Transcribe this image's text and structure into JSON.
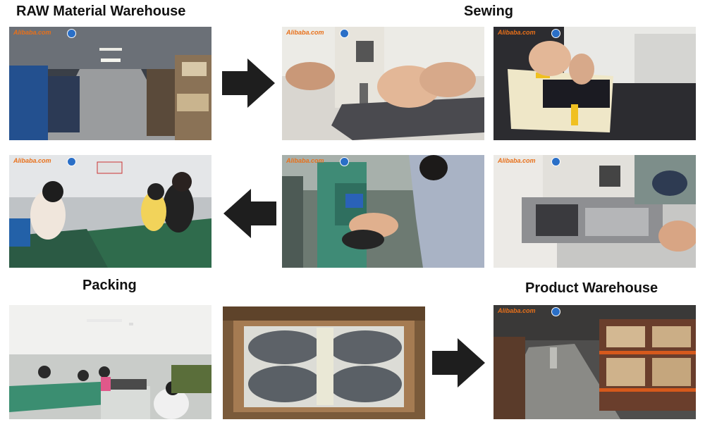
{
  "labels": {
    "raw": "RAW Material Warehouse",
    "sewing": "Sewing",
    "packing": "Packing",
    "product": "Product Warehouse"
  },
  "watermark": "Alibaba.com",
  "photos": {
    "raw_warehouse": {
      "subject": "warehouse-aisle"
    },
    "sewing_1": {
      "subject": "sewing-machine-hands"
    },
    "sewing_2": {
      "subject": "sewing-machine-template"
    },
    "assembly_line": {
      "subject": "workers-assembly-line"
    },
    "machine_worker": {
      "subject": "worker-at-press-machine"
    },
    "automatic_machine": {
      "subject": "automatic-sewing-machine"
    },
    "packing_floor": {
      "subject": "packing-floor"
    },
    "boxed_product": {
      "subject": "knee-pads-in-box"
    },
    "product_warehouse": {
      "subject": "product-warehouse-racks"
    }
  },
  "colors": {
    "arrow": "#1e1e1e",
    "watermark": "#e8701a"
  }
}
